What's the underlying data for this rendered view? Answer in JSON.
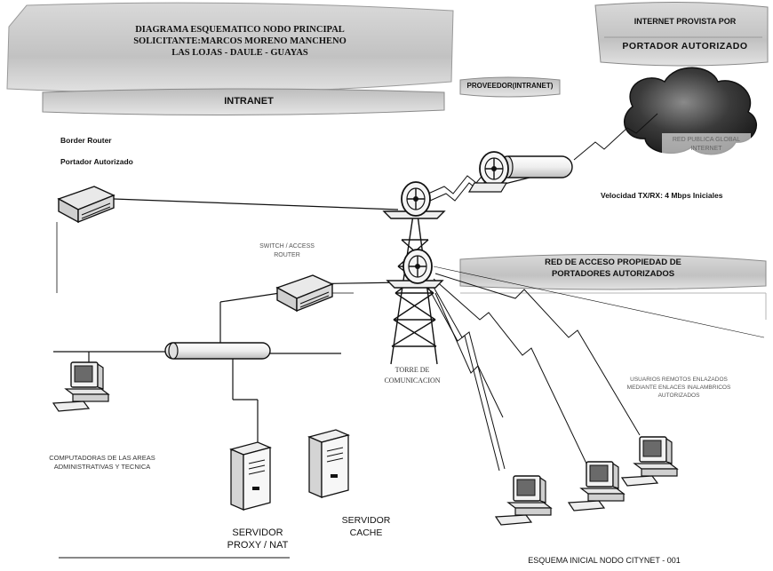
{
  "title_banner": {
    "line1": "DIAGRAMA ESQUEMATICO NODO PRINCIPAL",
    "line2": "SOLICITANTE:MARCOS MORENO MANCHENO",
    "line3": "LAS LOJAS - DAULE - GUAYAS"
  },
  "intranet_label": "INTRANET",
  "provider_label": "PROVEEDOR(INTRANET)",
  "internet_banner": {
    "line1": "INTERNET PROVISTA POR",
    "line2": "PORTADOR AUTORIZADO"
  },
  "internet_cloud_caption": {
    "line1": "RED PUBLICA GLOBAL",
    "line2": "INTERNET"
  },
  "velocity_label": "Velocidad TX/RX: 4 Mbps Iniciales",
  "border_router": {
    "line1": "Border Router",
    "line2": "Portador Autorizado"
  },
  "switch_caption": {
    "line1": "SWITCH / ACCESS",
    "line2": "ROUTER"
  },
  "tower_caption": {
    "line1": "TORRE DE",
    "line2": "COMUNICACION"
  },
  "access_network_banner": {
    "line1": "RED DE ACCESO PROPIEDAD DE",
    "line2": "PORTADORES AUTORIZADOS"
  },
  "remote_users_caption": {
    "line1": "USUARIOS REMOTOS ENLAZADOS",
    "line2": "MEDIANTE ENLACES INALAMBRICOS",
    "line3": "AUTORIZADOS"
  },
  "workstation_caption": {
    "line1": "COMPUTADORAS DE LAS AREAS",
    "line2": "ADMINISTRATIVAS Y TECNICA"
  },
  "proxy_server_caption": {
    "line1": "SERVIDOR",
    "line2": "PROXY / NAT"
  },
  "cache_server_caption": {
    "line1": "SERVIDOR",
    "line2": "CACHE"
  },
  "footer_caption": "ESQUEMA INICIAL  NODO CITYNET - 001"
}
